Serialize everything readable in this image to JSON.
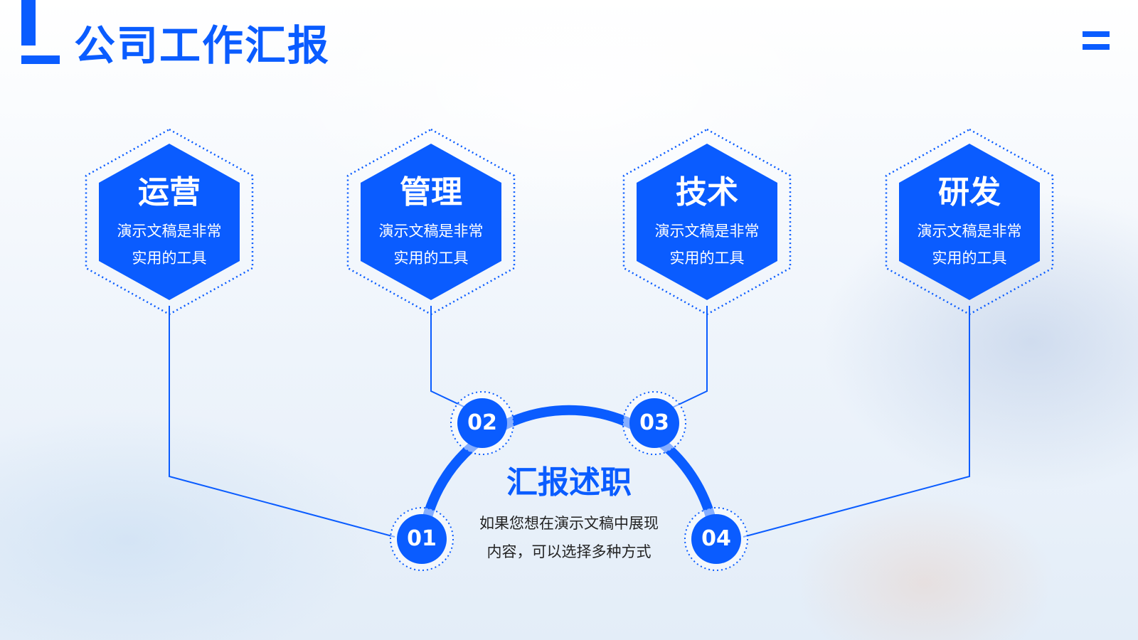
{
  "header": {
    "title": "公司工作汇报"
  },
  "colors": {
    "accent": "#0a5cff",
    "text_dark": "#222222",
    "white": "#ffffff"
  },
  "icons": {
    "menu": "menu-icon"
  },
  "cards": [
    {
      "title": "运营",
      "desc_line1": "演示文稿是非常",
      "desc_line2": "实用的工具"
    },
    {
      "title": "管理",
      "desc_line1": "演示文稿是非常",
      "desc_line2": "实用的工具"
    },
    {
      "title": "技术",
      "desc_line1": "演示文稿是非常",
      "desc_line2": "实用的工具"
    },
    {
      "title": "研发",
      "desc_line1": "演示文稿是非常",
      "desc_line2": "实用的工具"
    }
  ],
  "badges": [
    "01",
    "02",
    "03",
    "04"
  ],
  "center": {
    "title": "汇报述职",
    "desc_line1": "如果您想在演示文稿中展现",
    "desc_line2": "内容，可以选择多种方式"
  }
}
